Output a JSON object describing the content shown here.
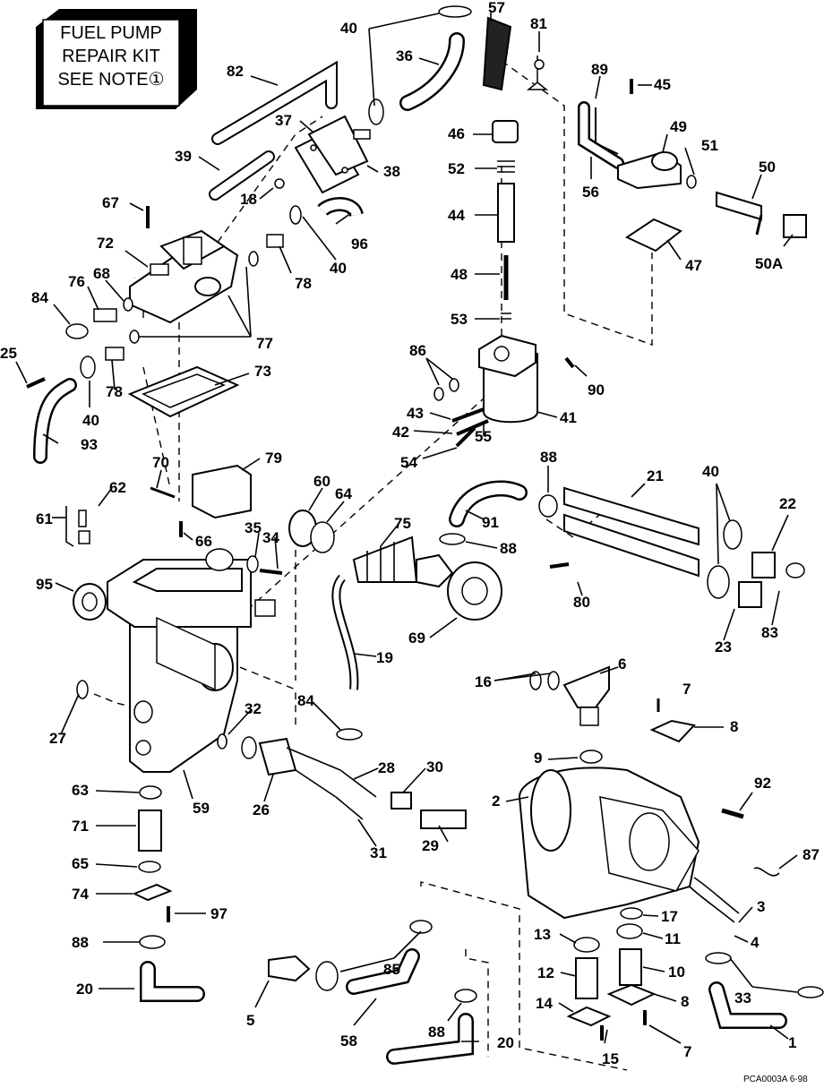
{
  "note_box": {
    "line1": "FUEL PUMP",
    "line2": "REPAIR KIT",
    "line3": "SEE NOTE①"
  },
  "labels": [
    "57",
    "81",
    "40",
    "36",
    "89",
    "45",
    "82",
    "46",
    "49",
    "37",
    "51",
    "52",
    "39",
    "38",
    "50",
    "18",
    "44",
    "56",
    "67",
    "96",
    "72",
    "40",
    "47",
    "50A",
    "68",
    "78",
    "48",
    "76",
    "84",
    "53",
    "77",
    "86",
    "25",
    "73",
    "78",
    "90",
    "40",
    "43",
    "41",
    "93",
    "42",
    "55",
    "54",
    "79",
    "70",
    "88",
    "62",
    "60",
    "64",
    "21",
    "40",
    "61",
    "91",
    "22",
    "35",
    "34",
    "66",
    "75",
    "88",
    "95",
    "80",
    "83",
    "23",
    "69",
    "19",
    "6",
    "16",
    "7",
    "84",
    "27",
    "32",
    "8",
    "28",
    "30",
    "9",
    "2",
    "92",
    "63",
    "59",
    "26",
    "71",
    "29",
    "31",
    "87",
    "65",
    "74",
    "97",
    "3",
    "17",
    "13",
    "11",
    "88",
    "4",
    "85",
    "12",
    "10",
    "33",
    "5",
    "14",
    "8",
    "1",
    "7",
    "58",
    "88",
    "15",
    "20",
    "20"
  ],
  "footer_code": "PCA0003A   6-98"
}
